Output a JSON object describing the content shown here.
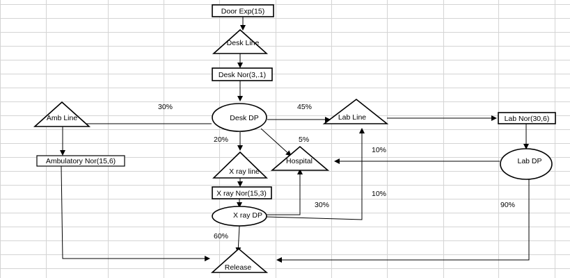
{
  "nodes": {
    "door_exp": "Door Exp(15)",
    "desk_line": "Desk Line",
    "desk_nor": "Desk Nor(3,.1)",
    "desk_dp": "Desk DP",
    "amb_line": "Amb Line",
    "ambulatory_nor": "Ambulatory Nor(15,6)",
    "lab_line": "Lab Line",
    "lab_nor": "Lab Nor(30,6)",
    "lab_dp": "Lab DP",
    "hospital": "Hospital",
    "xray_line": "X ray line",
    "xray_nor": "X ray Nor(15,3)",
    "xray_dp": "X ray DP",
    "release": "Release"
  },
  "edge_labels": {
    "desk_to_amb": "30%",
    "desk_to_lab": "45%",
    "desk_to_xray": "20%",
    "desk_to_hospital": "5%",
    "lab_to_hospital": "10%",
    "lab_to_release": "90%",
    "xray_to_hospital": "30%",
    "xray_to_lab": "10%",
    "xray_to_release": "60%"
  }
}
